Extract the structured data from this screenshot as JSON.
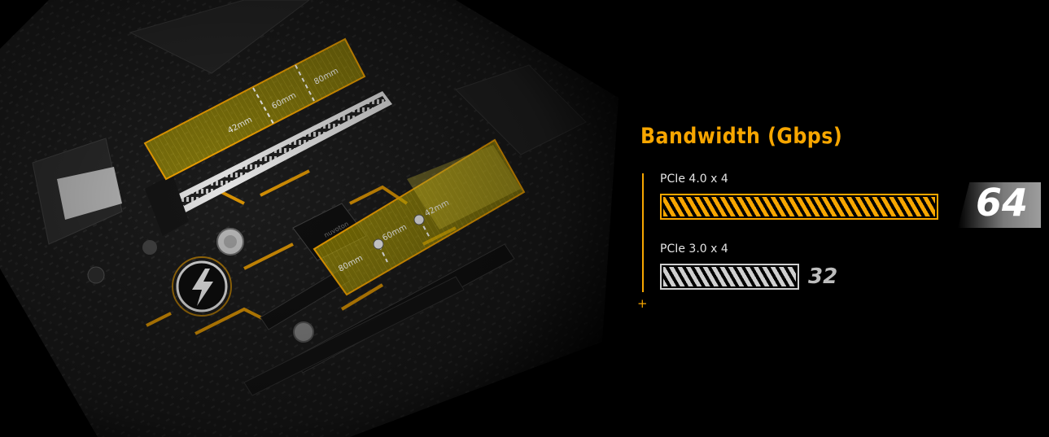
{
  "section": {
    "title": "Bandwidth (Gbps)"
  },
  "bars": [
    {
      "name": "pcie4",
      "label": "PCIe 4.0 x 4",
      "value": "64",
      "fraction": 1.0,
      "color": "#f7a600",
      "emphasis": "large"
    },
    {
      "name": "pcie3",
      "label": "PCIe 3.0 x 4",
      "value": "32",
      "fraction": 0.5,
      "color": "#cfcfcf",
      "emphasis": "small"
    }
  ],
  "board": {
    "slot_labels": [
      "42mm",
      "60mm",
      "80mm"
    ],
    "m2_labels": [
      "80mm",
      "60mm",
      "42mm"
    ],
    "chip_text": "nuvoton",
    "accent_color": "#f7a600",
    "highlight_color": "#d9c200"
  },
  "decor": {
    "plus_glyph": "+"
  },
  "colors": {
    "background": "#000000",
    "accent": "#f7a600",
    "title": "#f7a600",
    "gray": "#cfcfcf"
  }
}
